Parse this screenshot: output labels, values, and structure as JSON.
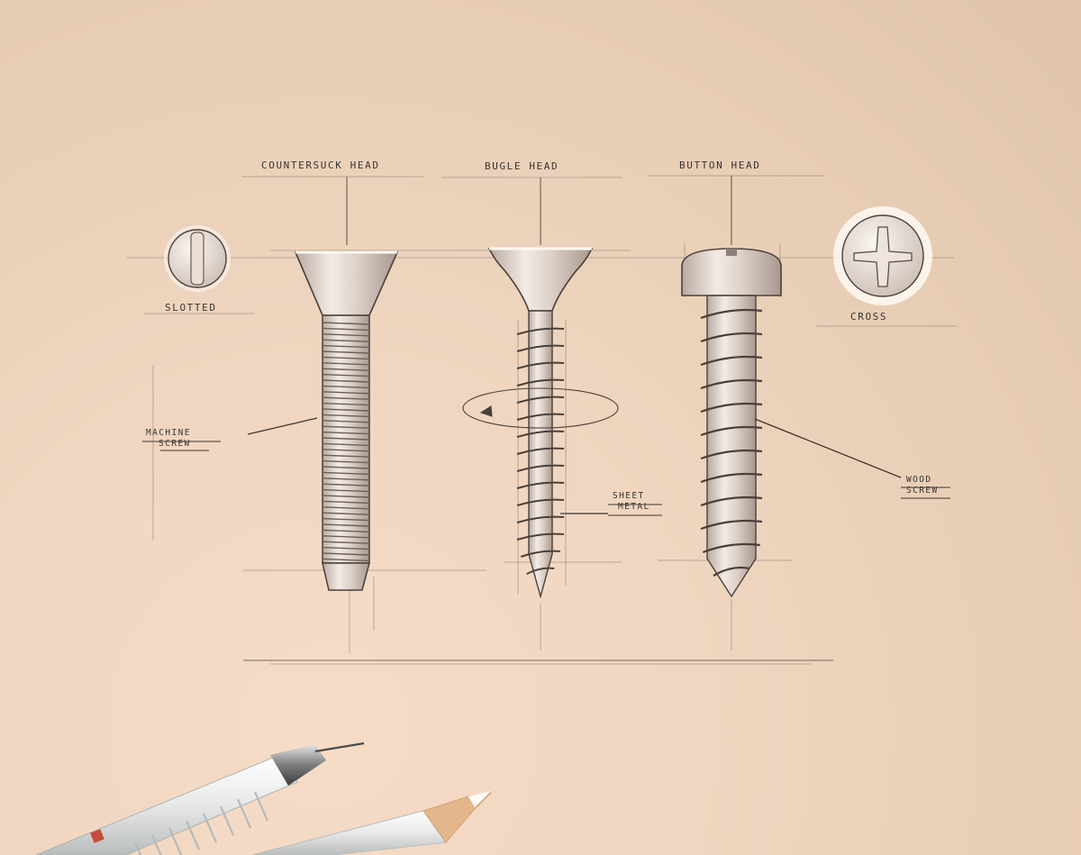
{
  "labels": {
    "countersunk_head": "COUNTERSUCK HEAD",
    "bugle_head": "BUGLE HEAD",
    "button_head": "BUTTON HEAD",
    "slotted": "SLOTTED",
    "cross": "CROSS",
    "machine_screw": [
      "MACHINE",
      "SCREW"
    ],
    "sheet_metal": [
      "SHEET",
      "METAL"
    ],
    "wood_screw": [
      "WOOD",
      "SCREW"
    ]
  },
  "palette": {
    "paper": "#efd5bf",
    "pencil_line": "#4a403b",
    "guide_line": "#8f8178",
    "highlight": "#fff8f0",
    "screw_shade": "#cfc3ba",
    "pen_body": "#e9ebea",
    "pen_tip": "#6d6d6d",
    "pencil_wood": "#e0b58a"
  },
  "objects": [
    "countersunk-machine-screw",
    "bugle-head-sheet-metal-screw",
    "button-head-wood-screw",
    "slotted-head-icon",
    "cross-head-icon",
    "mechanical-pencil",
    "white-colored-pencil"
  ]
}
